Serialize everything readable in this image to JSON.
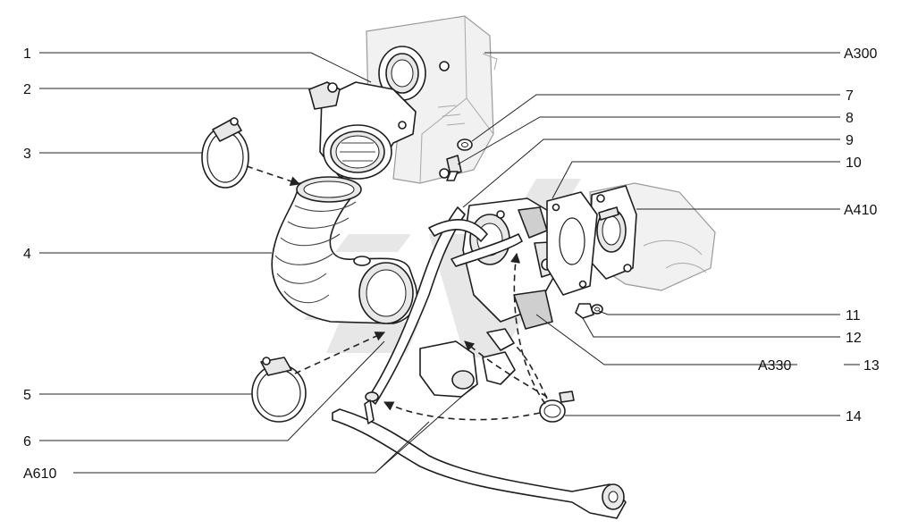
{
  "callouts": {
    "left": [
      {
        "id": "c1",
        "label": "1"
      },
      {
        "id": "c2",
        "label": "2"
      },
      {
        "id": "c3",
        "label": "3"
      },
      {
        "id": "c4",
        "label": "4"
      },
      {
        "id": "c5",
        "label": "5"
      },
      {
        "id": "c6",
        "label": "6"
      },
      {
        "id": "ca610",
        "label": "A610"
      }
    ],
    "right": [
      {
        "id": "ca300",
        "label": "A300"
      },
      {
        "id": "c7",
        "label": "7"
      },
      {
        "id": "c8",
        "label": "8"
      },
      {
        "id": "c9",
        "label": "9"
      },
      {
        "id": "c10",
        "label": "10"
      },
      {
        "id": "ca410",
        "label": "A410"
      },
      {
        "id": "c11",
        "label": "11"
      },
      {
        "id": "c12",
        "label": "12"
      },
      {
        "id": "ca330",
        "label": "A330"
      },
      {
        "id": "c13",
        "label": "13"
      },
      {
        "id": "c14",
        "label": "14"
      }
    ]
  },
  "colors": {
    "line": "#1e1e1e",
    "watermark": "#d4d4d4",
    "background": "#ffffff"
  }
}
